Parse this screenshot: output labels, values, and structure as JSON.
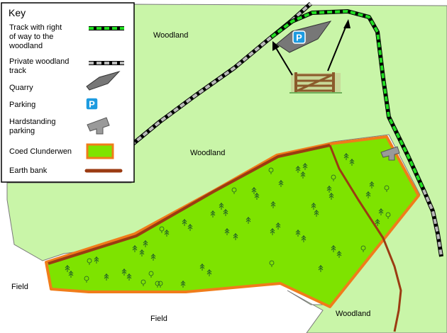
{
  "colors": {
    "woodland": "#c9f5a8",
    "field": "#ffffff",
    "coed_fill": "#7ee300",
    "coed_border": "#f07c1a",
    "earth_bank": "#9b3b12",
    "track_green": "#22dd22",
    "private_track": "#bbbbbb",
    "quarry": "#777777",
    "parking": "#1d9be0",
    "hardstanding": "#9a9a9a"
  },
  "map_labels": {
    "woodland_top": "Woodland",
    "woodland_mid": "Woodland",
    "woodland_bottom": "Woodland",
    "field_left": "Field",
    "field_bottom": "Field"
  },
  "key": {
    "title": "Key",
    "items": [
      {
        "icon": "green-dashed-track-icon",
        "lines": [
          "Track with right",
          "of way to the",
          "woodland"
        ]
      },
      {
        "icon": "grey-dashed-track-icon",
        "lines": [
          "Private woodland",
          "track"
        ]
      },
      {
        "icon": "quarry-icon",
        "lines": [
          "Quarry"
        ]
      },
      {
        "icon": "parking-icon",
        "lines": [
          "Parking"
        ]
      },
      {
        "icon": "hardstanding-icon",
        "lines": [
          "Hardstanding",
          "parking"
        ]
      },
      {
        "icon": "coed-area-icon",
        "lines": [
          "Coed Clunderwen"
        ]
      },
      {
        "icon": "earth-bank-icon",
        "lines": [
          "Earth bank"
        ]
      }
    ]
  },
  "parking_glyph": "P"
}
